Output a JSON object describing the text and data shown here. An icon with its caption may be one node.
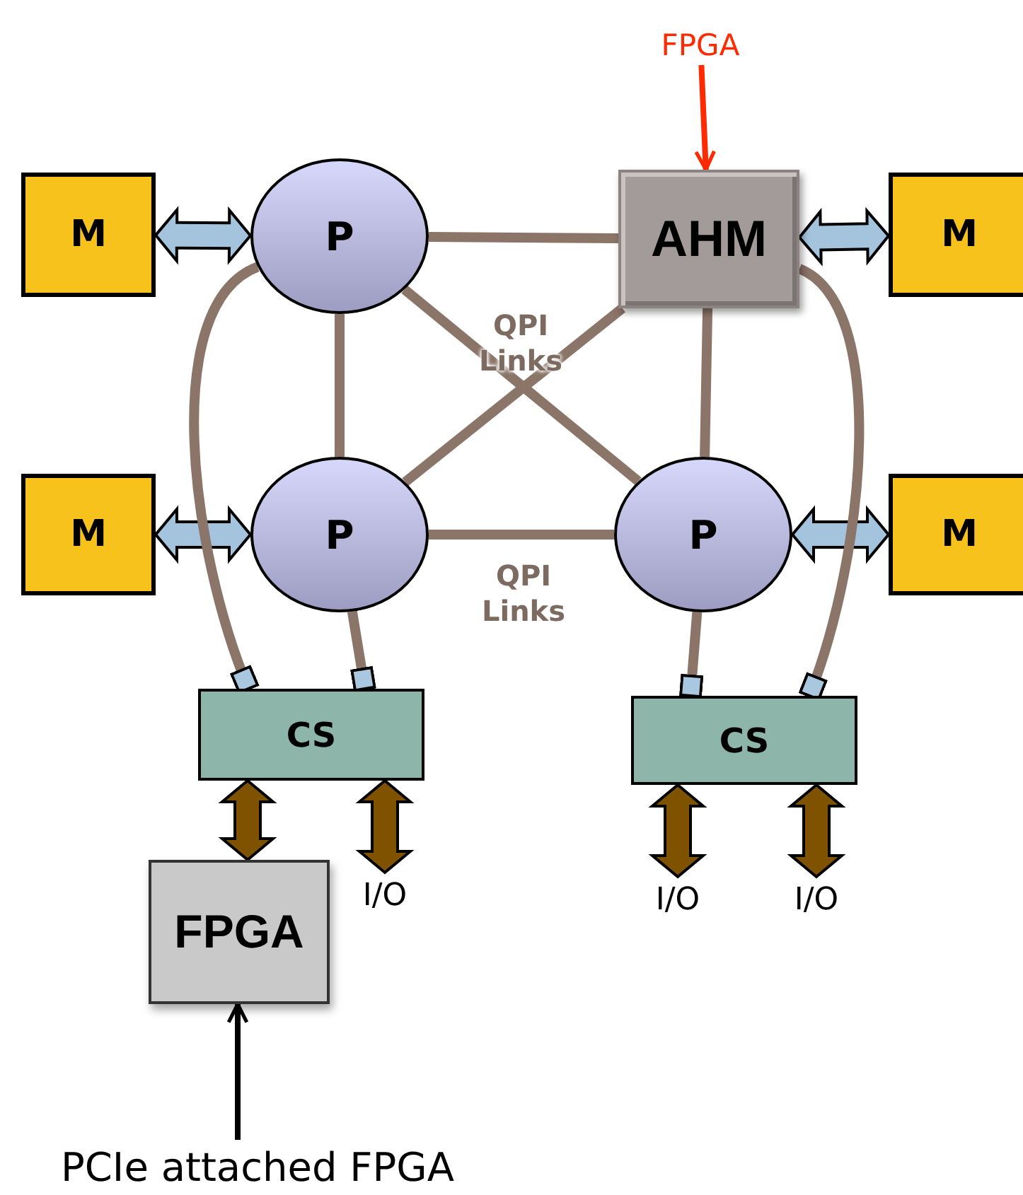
{
  "diagram": {
    "nodes": [
      {
        "text": [
          "FPGA"
        ]
      },
      {
        "text": [
          "M"
        ]
      },
      {
        "text": [
          "P"
        ]
      },
      {
        "text": [
          "AHM"
        ]
      },
      {
        "text": [
          "M"
        ]
      },
      {
        "text": [
          "M"
        ]
      },
      {
        "text": [
          "P"
        ]
      },
      {
        "text": [
          "P"
        ]
      },
      {
        "text": [
          "M"
        ]
      },
      {
        "text": [
          "CS"
        ]
      },
      {
        "text": [
          "CS"
        ]
      },
      {
        "text": [
          "FPGA"
        ]
      },
      {
        "text": [
          "I/O"
        ]
      },
      {
        "text": [
          "I/O"
        ]
      },
      {
        "text": [
          "I/O"
        ]
      },
      {
        "text": [
          "PCIe attached FPGA"
        ]
      }
    ],
    "edges": [
      {
        "from": 0,
        "to": 3,
        "arrow": "to",
        "color": "#ff2a00"
      },
      {
        "from": 1,
        "to": 2,
        "arrow": "both",
        "style": "thick",
        "color": "#a3c4dc"
      },
      {
        "from": 3,
        "to": 4,
        "arrow": "both",
        "style": "thick",
        "color": "#a3c4dc"
      },
      {
        "from": 5,
        "to": 6,
        "arrow": "both",
        "style": "thick",
        "color": "#a3c4dc"
      },
      {
        "from": 7,
        "to": 8,
        "arrow": "both",
        "style": "thick",
        "color": "#a3c4dc"
      },
      {
        "from": 2,
        "to": 3,
        "arrow": "none"
      },
      {
        "from": 2,
        "to": 6,
        "arrow": "none"
      },
      {
        "from": 2,
        "to": 7,
        "arrow": "none"
      },
      {
        "from": 6,
        "to": 3,
        "arrow": "none"
      },
      {
        "from": 3,
        "to": 7,
        "arrow": "none"
      },
      {
        "from": 6,
        "to": 7,
        "arrow": "none"
      },
      {
        "from": 2,
        "to": 9,
        "arrow": "other"
      },
      {
        "from": 6,
        "to": 9,
        "arrow": "other"
      },
      {
        "from": 3,
        "to": 10,
        "arrow": "other"
      },
      {
        "from": 7,
        "to": 10,
        "arrow": "other"
      },
      {
        "from": 9,
        "to": 11,
        "arrow": "both",
        "style": "thick",
        "color": "#7f5200"
      },
      {
        "from": 9,
        "to": 12,
        "arrow": "both",
        "style": "thick",
        "color": "#7f5200"
      },
      {
        "from": 10,
        "to": 13,
        "arrow": "both",
        "style": "thick",
        "color": "#7f5200"
      },
      {
        "from": 10,
        "to": 14,
        "arrow": "both",
        "style": "thick",
        "color": "#7f5200"
      },
      {
        "from": 15,
        "to": 11,
        "arrow": "to",
        "color": "#000000"
      }
    ],
    "labels": [
      "QPI Links",
      "QPI Links"
    ]
  }
}
